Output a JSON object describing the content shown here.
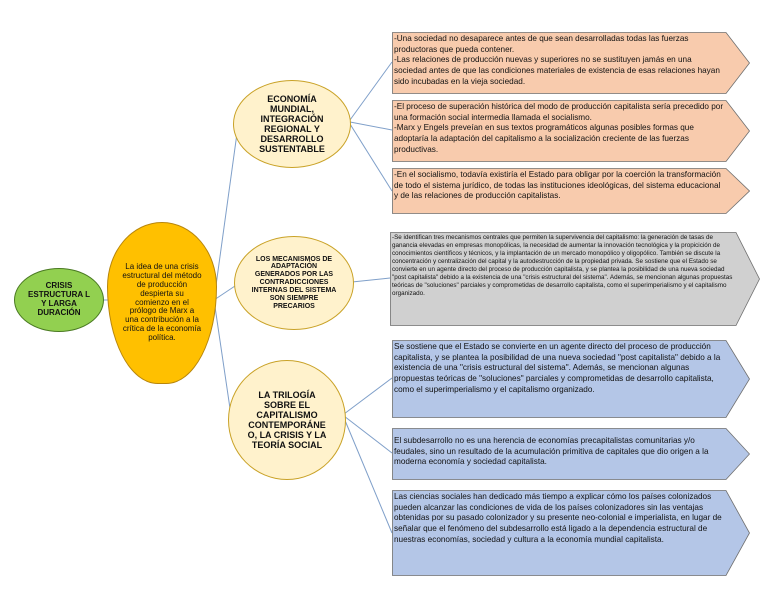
{
  "root": {
    "label": "CRISIS ESTRUCTURA L Y LARGA DURACIÓN"
  },
  "center": {
    "label": "La idea de una crisis estructural del método de producción despierta su comienzo en el prólogo de Marx a una contribución a la crítica de la economía política."
  },
  "branches": [
    {
      "label": "ECONOMÍA MUNDIAL, INTEGRACIÓN REGIONAL Y DESARROLLO SUSTENTABLE"
    },
    {
      "label": "LOS MECANISMOS DE ADAPTACIÓN GENERADOS POR LAS CONTRADICCIONES INTERNAS DEL SISTEMA SON SIEMPRE PRECARIOS"
    },
    {
      "label": "LA TRILOGÍA SOBRE EL CAPITALISMO CONTEMPORÁNE O, LA CRISIS Y LA TEORÍA SOCIAL"
    }
  ],
  "boxes": [
    {
      "text": "-Una sociedad no desaparece antes de que sean desarrolladas todas las fuerzas productoras que pueda contener.\n-Las relaciones de producción nuevas y superiores no se sustituyen jamás en una sociedad antes de que las condiciones materiales de existencia de esas relaciones hayan sido incubadas en la vieja sociedad.",
      "fill": "#f8cbad"
    },
    {
      "text": "-El proceso de superación histórica del modo de producción capitalista sería precedido por una formación social intermedia llamada el socialismo.\n-Marx y Engels preveían en sus textos programáticos algunas posibles formas que adoptaría la adaptación del capitalismo a la socialización creciente de las fuerzas productivas.",
      "fill": "#f8cbad"
    },
    {
      "text": "-En el socialismo, todavía existiría el Estado para obligar por la coerción la transformación de todo el sistema jurídico, de todas las instituciones ideológicas, del sistema educacional y de las relaciones de producción capitalistas.",
      "fill": "#f8cbad"
    },
    {
      "text": "-Se identifican tres mecanismos centrales que permiten la supervivencia del capitalismo: la generación de tasas de ganancia elevadas en empresas monopólicas, la necesidad de aumentar la innovación tecnológica y la propicición de conocimientos científicos y técnicos, y la implantación de un mercado monopólico y oligopólico. También se discute la concentración y centralización del capital y la autodestrucción de la propiedad privada. Se sostiene que el Estado se convierte en un agente directo del proceso de producción capitalista, y se plantea la posibilidad de una nueva sociedad \"post capitalista\" debido a la existencia de una \"crisis estructural del sistema\". Además, se mencionan algunas propuestas teóricas de \"soluciones\" parciales y comprometidas de desarrollo capitalista, como el superimperialismo y el capitalismo organizado.",
      "fill": "#d0d0d0"
    },
    {
      "text": "Se sostiene que el Estado se convierte en un agente directo del proceso de producción capitalista, y se plantea la posibilidad de una nueva sociedad \"post capitalista\" debido a la existencia de una \"crisis estructural del sistema\". Además, se mencionan algunas propuestas teóricas de \"soluciones\" parciales y comprometidas de desarrollo capitalista, como el superimperialismo y el capitalismo organizado.",
      "fill": "#b4c6e7"
    },
    {
      "text": " El subdesarrollo no es una herencia de economías precapitalistas comunitarias y/o feudales, sino un resultado de la acumulación primitiva de capitales que dio origen a la moderna economía y sociedad capitalista.",
      "fill": "#b4c6e7"
    },
    {
      "text": "Las ciencias sociales han dedicado más tiempo a explicar cómo los países colonizados pueden alcanzar las condiciones de vida de los países colonizadores sin las ventajas obtenidas por su pasado colonizador y su presente neo-colonial e imperialista, en lugar de señalar que el fenómeno del subdesarrollo está ligado a la dependencia estructural de nuestras economías, sociedad y cultura a la economía mundial capitalista.",
      "fill": "#b4c6e7"
    }
  ]
}
